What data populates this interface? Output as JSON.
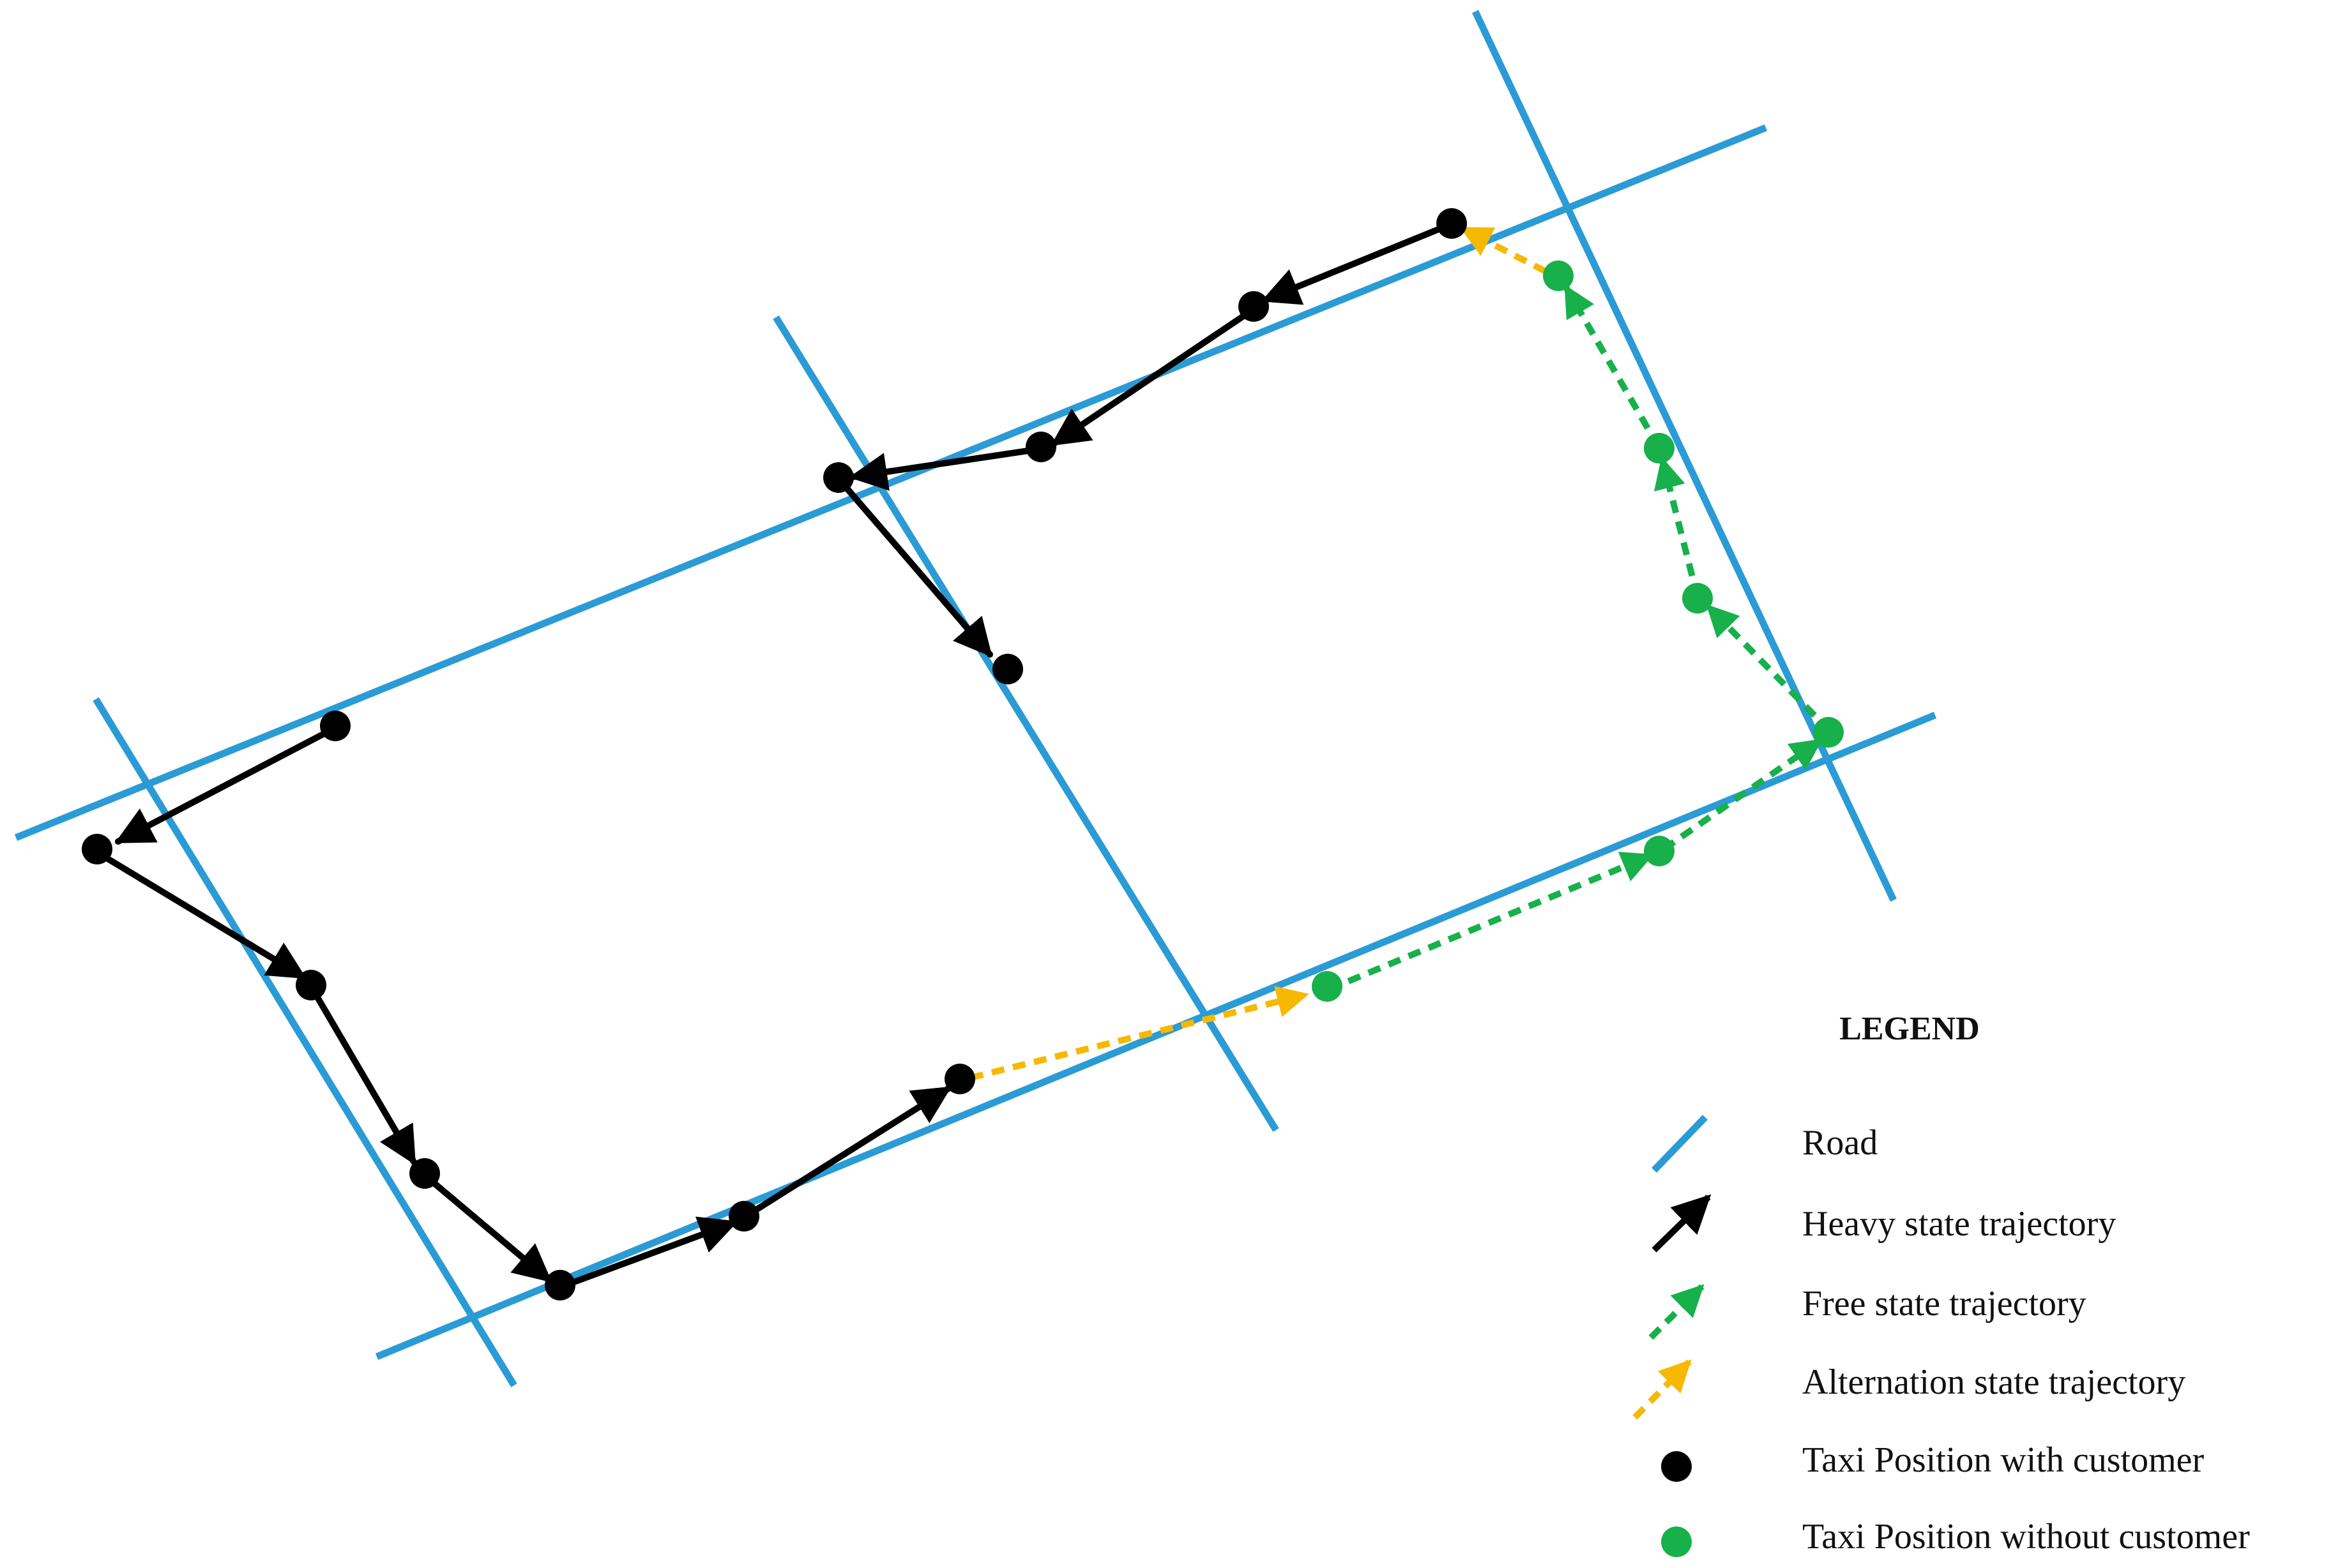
{
  "colors": {
    "road": "#2b9bd6",
    "heavy": "#000000",
    "free": "#17b04b",
    "alternation": "#f7b800"
  },
  "legend": {
    "title": "LEGEND",
    "items": [
      {
        "key": "road",
        "label": "Road",
        "symbol": "line",
        "color": "#2b9bd6"
      },
      {
        "key": "heavy",
        "label": "Heavy state trajectory",
        "symbol": "arrow",
        "color": "#000000"
      },
      {
        "key": "free",
        "label": "Free state trajectory",
        "symbol": "dashed-arrow",
        "color": "#17b04b"
      },
      {
        "key": "alternation",
        "label": "Alternation state  trajectory",
        "symbol": "dashed-arrow",
        "color": "#f7b800"
      },
      {
        "key": "taxi-with",
        "label": "Taxi Position with customer",
        "symbol": "dot",
        "color": "#000000"
      },
      {
        "key": "taxi-without",
        "label": "Taxi Position without customer",
        "symbol": "dot",
        "color": "#17b04b"
      }
    ]
  }
}
